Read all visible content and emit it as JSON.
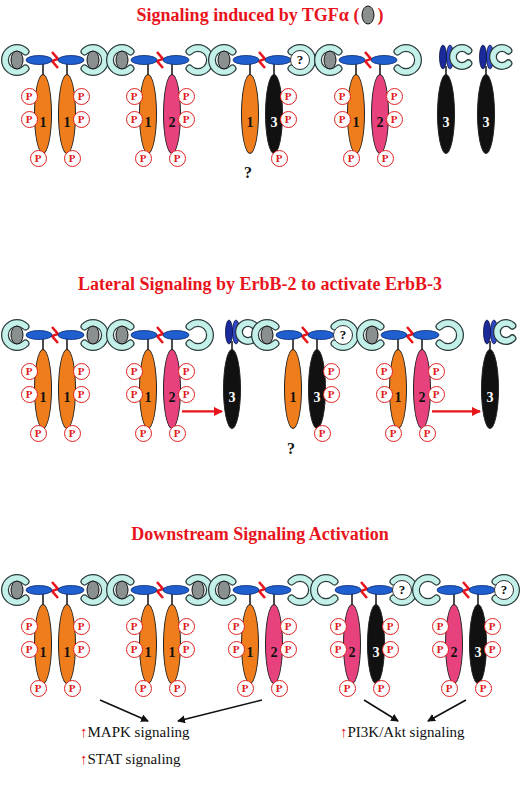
{
  "diagram": {
    "nodes": [
      {
        "text": [
          "1"
        ]
      },
      {
        "text": [
          "P"
        ]
      },
      {
        "text": [
          "P"
        ]
      },
      {
        "text": [
          "P"
        ]
      },
      {
        "text": [
          "1"
        ]
      },
      {
        "text": [
          "P"
        ]
      },
      {
        "text": [
          "P"
        ]
      },
      {
        "text": [
          "P"
        ]
      },
      {
        "text": [
          "1"
        ]
      },
      {
        "text": [
          "P"
        ]
      },
      {
        "text": [
          "P"
        ]
      },
      {
        "text": [
          "P"
        ]
      },
      {
        "text": [
          "2"
        ]
      },
      {
        "text": [
          "P"
        ]
      },
      {
        "text": [
          "P"
        ]
      },
      {
        "text": [
          "P"
        ]
      },
      {
        "text": [
          "?"
        ]
      },
      {
        "text": [
          "1"
        ]
      },
      {
        "text": [
          "3"
        ]
      },
      {
        "text": [
          "P"
        ]
      },
      {
        "text": [
          "P"
        ]
      },
      {
        "text": [
          "P"
        ]
      },
      {
        "text": [
          "1"
        ]
      },
      {
        "text": [
          "P"
        ]
      },
      {
        "text": [
          "P"
        ]
      },
      {
        "text": [
          "P"
        ]
      },
      {
        "text": [
          "2"
        ]
      },
      {
        "text": [
          "P"
        ]
      },
      {
        "text": [
          "P"
        ]
      },
      {
        "text": [
          "P"
        ]
      },
      {
        "text": [
          "3"
        ]
      },
      {
        "text": [
          "3"
        ]
      },
      {
        "text": [
          "1"
        ]
      },
      {
        "text": [
          "P"
        ]
      },
      {
        "text": [
          "P"
        ]
      },
      {
        "text": [
          "P"
        ]
      },
      {
        "text": [
          "1"
        ]
      },
      {
        "text": [
          "P"
        ]
      },
      {
        "text": [
          "P"
        ]
      },
      {
        "text": [
          "P"
        ]
      },
      {
        "text": [
          "1"
        ]
      },
      {
        "text": [
          "P"
        ]
      },
      {
        "text": [
          "P"
        ]
      },
      {
        "text": [
          "P"
        ]
      },
      {
        "text": [
          "2"
        ]
      },
      {
        "text": [
          "P"
        ]
      },
      {
        "text": [
          "P"
        ]
      },
      {
        "text": [
          "P"
        ]
      },
      {
        "text": [
          "3"
        ]
      },
      {
        "text": [
          "?"
        ]
      },
      {
        "text": [
          "1"
        ]
      },
      {
        "text": [
          "3"
        ]
      },
      {
        "text": [
          "P"
        ]
      },
      {
        "text": [
          "P"
        ]
      },
      {
        "text": [
          "P"
        ]
      },
      {
        "text": [
          "1"
        ]
      },
      {
        "text": [
          "P"
        ]
      },
      {
        "text": [
          "P"
        ]
      },
      {
        "text": [
          "P"
        ]
      },
      {
        "text": [
          "2"
        ]
      },
      {
        "text": [
          "P"
        ]
      },
      {
        "text": [
          "P"
        ]
      },
      {
        "text": [
          "P"
        ]
      },
      {
        "text": [
          "3"
        ]
      },
      {
        "text": [
          "1"
        ]
      },
      {
        "text": [
          "P"
        ]
      },
      {
        "text": [
          "P"
        ]
      },
      {
        "text": [
          "P"
        ]
      },
      {
        "text": [
          "1"
        ]
      },
      {
        "text": [
          "P"
        ]
      },
      {
        "text": [
          "P"
        ]
      },
      {
        "text": [
          "P"
        ]
      },
      {
        "text": [
          "1"
        ]
      },
      {
        "text": [
          "P"
        ]
      },
      {
        "text": [
          "P"
        ]
      },
      {
        "text": [
          "P"
        ]
      },
      {
        "text": [
          "1"
        ]
      },
      {
        "text": [
          "P"
        ]
      },
      {
        "text": [
          "P"
        ]
      },
      {
        "text": [
          "P"
        ]
      },
      {
        "text": [
          "1"
        ]
      },
      {
        "text": [
          "P"
        ]
      },
      {
        "text": [
          "P"
        ]
      },
      {
        "text": [
          "P"
        ]
      },
      {
        "text": [
          "2"
        ]
      },
      {
        "text": [
          "P"
        ]
      },
      {
        "text": [
          "P"
        ]
      },
      {
        "text": [
          "P"
        ]
      },
      {
        "text": [
          "?"
        ]
      },
      {
        "text": [
          "2"
        ]
      },
      {
        "text": [
          "P"
        ]
      },
      {
        "text": [
          "P"
        ]
      },
      {
        "text": [
          "P"
        ]
      },
      {
        "text": [
          "3"
        ]
      },
      {
        "text": [
          "P"
        ]
      },
      {
        "text": [
          "P"
        ]
      },
      {
        "text": [
          "P"
        ]
      },
      {
        "text": [
          "?"
        ]
      },
      {
        "text": [
          "2"
        ]
      },
      {
        "text": [
          "P"
        ]
      },
      {
        "text": [
          "P"
        ]
      },
      {
        "text": [
          "P"
        ]
      },
      {
        "text": [
          "3"
        ]
      },
      {
        "text": [
          "P"
        ]
      },
      {
        "text": [
          "P"
        ]
      },
      {
        "text": [
          "P"
        ]
      }
    ],
    "edges": [
      {
        "from": 44,
        "to": 48,
        "arrow": "to"
      },
      {
        "from": 59,
        "to": 63,
        "arrow": "to"
      }
    ],
    "labels": [
      "Signaling induced by TGFα (",
      ")",
      "?",
      "Lateral Signaling by ErbB-2 to activate ErbB-3",
      "?",
      "Downstream Signaling Activation",
      "↑",
      "MAPK signaling",
      "↑",
      "STAT signaling",
      "↑",
      "PI3K/Akt signaling"
    ]
  }
}
